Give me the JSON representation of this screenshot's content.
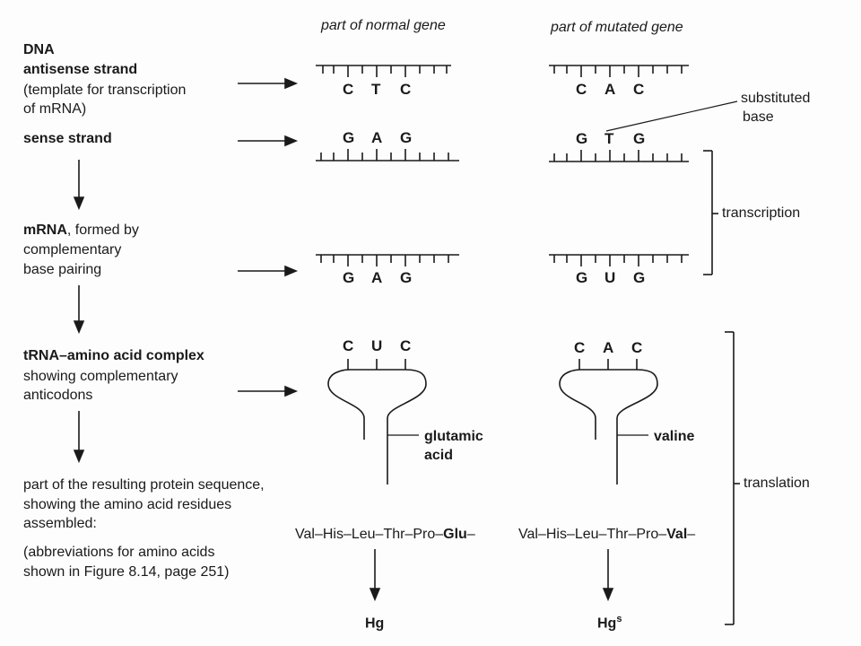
{
  "headers": {
    "normal": "part of normal gene",
    "mutated": "part of mutated gene"
  },
  "labels": {
    "dna_title": "DNA",
    "antisense_title": "antisense strand",
    "antisense_desc_1": "(template for transcription",
    "antisense_desc_2": "of mRNA)",
    "sense_title": "sense strand",
    "mrna_title": "mRNA",
    "mrna_desc_1": ", formed by",
    "mrna_desc_2": "complementary",
    "mrna_desc_3": "base pairing",
    "trna_title": "tRNA–amino acid complex",
    "trna_desc_1": "showing complementary",
    "trna_desc_2": "anticodons",
    "protein_desc_1": "part of the resulting protein sequence,",
    "protein_desc_2": "showing the amino acid residues",
    "protein_desc_3": "assembled:",
    "abbrev_1": "(abbreviations for amino acids",
    "abbrev_2": "shown in Figure 8.14, page 251)"
  },
  "normal": {
    "antisense": [
      "C",
      "T",
      "C"
    ],
    "sense": [
      "G",
      "A",
      "G"
    ],
    "mrna": [
      "G",
      "A",
      "G"
    ],
    "anticodon": [
      "C",
      "U",
      "C"
    ],
    "amino_acid_1": "glutamic",
    "amino_acid_2": "acid",
    "sequence_prefix": "Val–His–Leu–Thr–Pro–",
    "sequence_bold": "Glu",
    "sequence_suffix": "–",
    "product": "Hg",
    "product_sup": ""
  },
  "mutated": {
    "antisense": [
      "C",
      "A",
      "C"
    ],
    "sense": [
      "G",
      "T",
      "G"
    ],
    "mrna": [
      "G",
      "U",
      "G"
    ],
    "anticodon": [
      "C",
      "A",
      "C"
    ],
    "amino_acid_1": "valine",
    "amino_acid_2": "",
    "sequence_prefix": "Val–His–Leu–Thr–Pro–",
    "sequence_bold": "Val",
    "sequence_suffix": "–",
    "product": "Hg",
    "product_sup": "s"
  },
  "annotations": {
    "substituted_1": "substituted",
    "substituted_2": "base",
    "transcription": "transcription",
    "translation": "translation"
  }
}
